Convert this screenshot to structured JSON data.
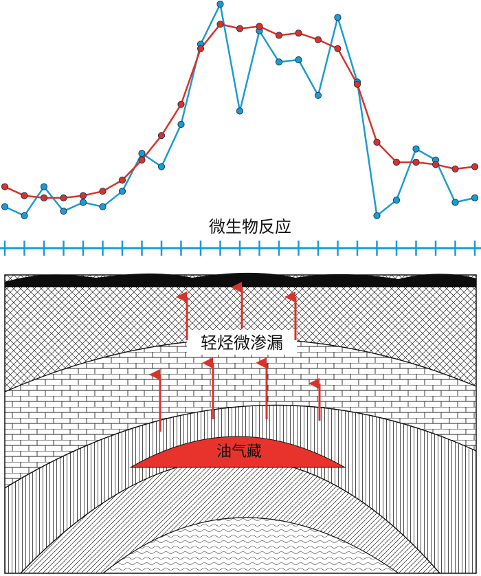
{
  "labels": {
    "response_title": "微生物反应",
    "seepage": "轻烃微渗漏",
    "reservoir": "油气藏"
  },
  "colors": {
    "blue_series": "#1b9bd1",
    "red_series": "#d9322a",
    "arrow": "#d9322a",
    "reservoir_fill": "#e8332d",
    "ruler": "#1b9bd1",
    "ink": "#111111"
  },
  "chart_data": {
    "type": "line",
    "x": [
      1,
      2,
      3,
      4,
      5,
      6,
      7,
      8,
      9,
      10,
      11,
      12,
      13,
      14,
      15,
      16,
      17,
      18,
      19,
      20,
      21,
      22,
      23,
      24,
      25
    ],
    "series": [
      {
        "color": "#1b9bd1",
        "values": [
          0.09,
          0.05,
          0.18,
          0.07,
          0.11,
          0.09,
          0.16,
          0.33,
          0.27,
          0.46,
          0.82,
          1.0,
          0.52,
          0.88,
          0.74,
          0.75,
          0.59,
          0.94,
          0.65,
          0.05,
          0.12,
          0.35,
          0.3,
          0.11,
          0.13
        ]
      },
      {
        "color": "#d9322a",
        "values": [
          0.18,
          0.14,
          0.13,
          0.13,
          0.14,
          0.16,
          0.21,
          0.3,
          0.41,
          0.55,
          0.8,
          0.91,
          0.89,
          0.9,
          0.86,
          0.87,
          0.84,
          0.8,
          0.64,
          0.38,
          0.29,
          0.29,
          0.28,
          0.26,
          0.27
        ]
      }
    ]
  }
}
